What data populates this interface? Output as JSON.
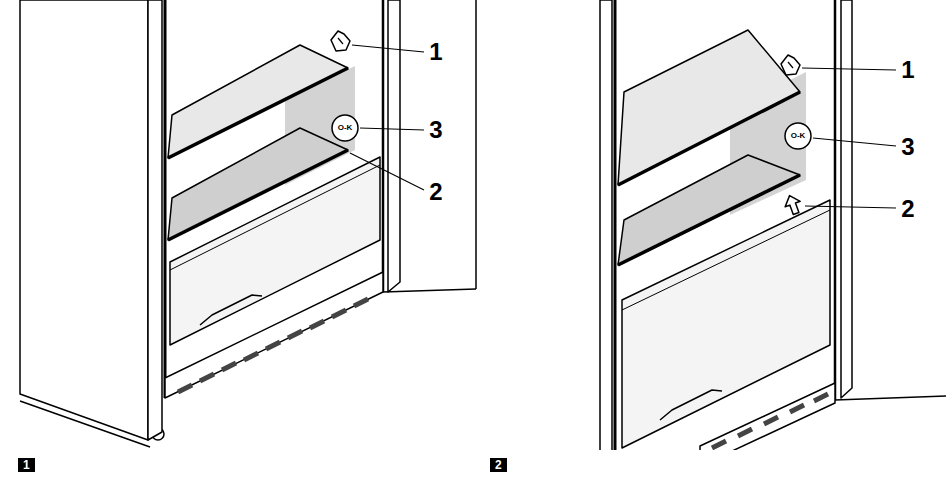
{
  "diagram": {
    "labels": [
      "1",
      "O-K",
      "3",
      "2",
      "1",
      "O-K",
      "3",
      "2",
      "1",
      "2"
    ]
  }
}
